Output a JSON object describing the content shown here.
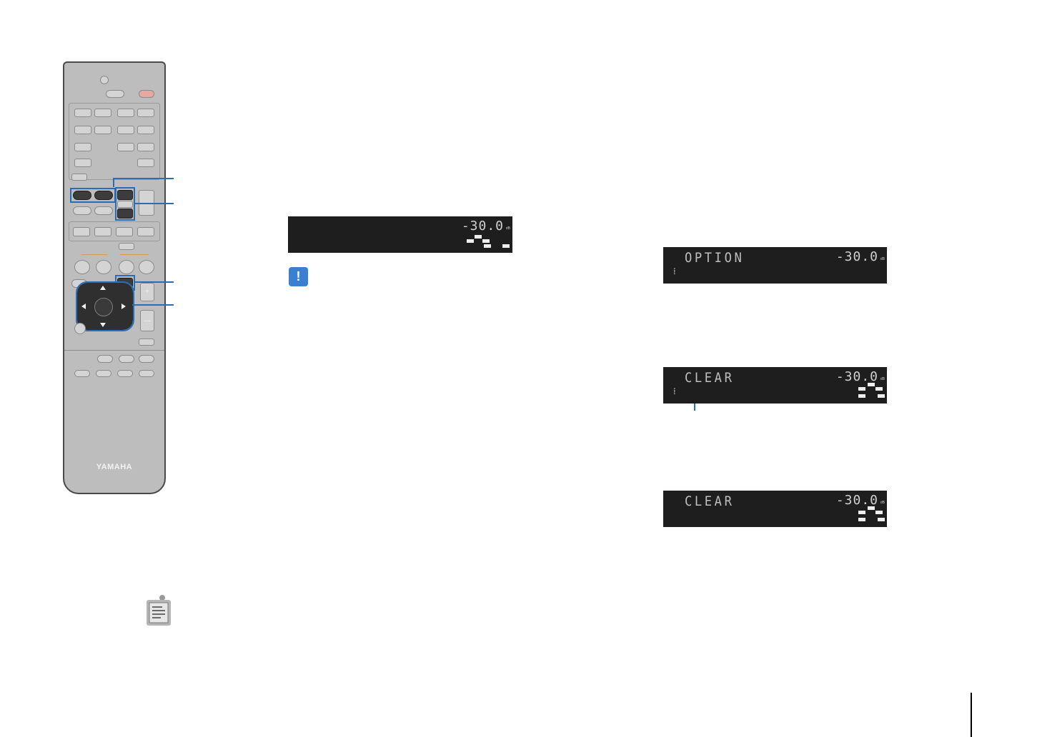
{
  "remote": {
    "brand": "YAMAHA",
    "cursor_up_icon": "triangle-up-icon",
    "cursor_down_icon": "triangle-down-icon",
    "cursor_left_icon": "triangle-left-icon",
    "cursor_right_icon": "triangle-right-icon",
    "volume_up_symbol": "+",
    "volume_down_symbol": "—"
  },
  "displays": [
    {
      "text": "",
      "volume": "-30.0",
      "unit": "dB"
    },
    {
      "text": "OPTION",
      "volume": "-30.0",
      "unit": "dB"
    },
    {
      "text": "CLEAR",
      "volume": "-30.0",
      "unit": "dB"
    },
    {
      "text": "CLEAR",
      "volume": "-30.0",
      "unit": "dB"
    }
  ],
  "alert": {
    "symbol": "!"
  },
  "colors": {
    "accent": "#2a6db5",
    "alert": "#3b7fd0",
    "display_bg": "#1e1e1e",
    "remote_body": "#bdbdbd"
  }
}
